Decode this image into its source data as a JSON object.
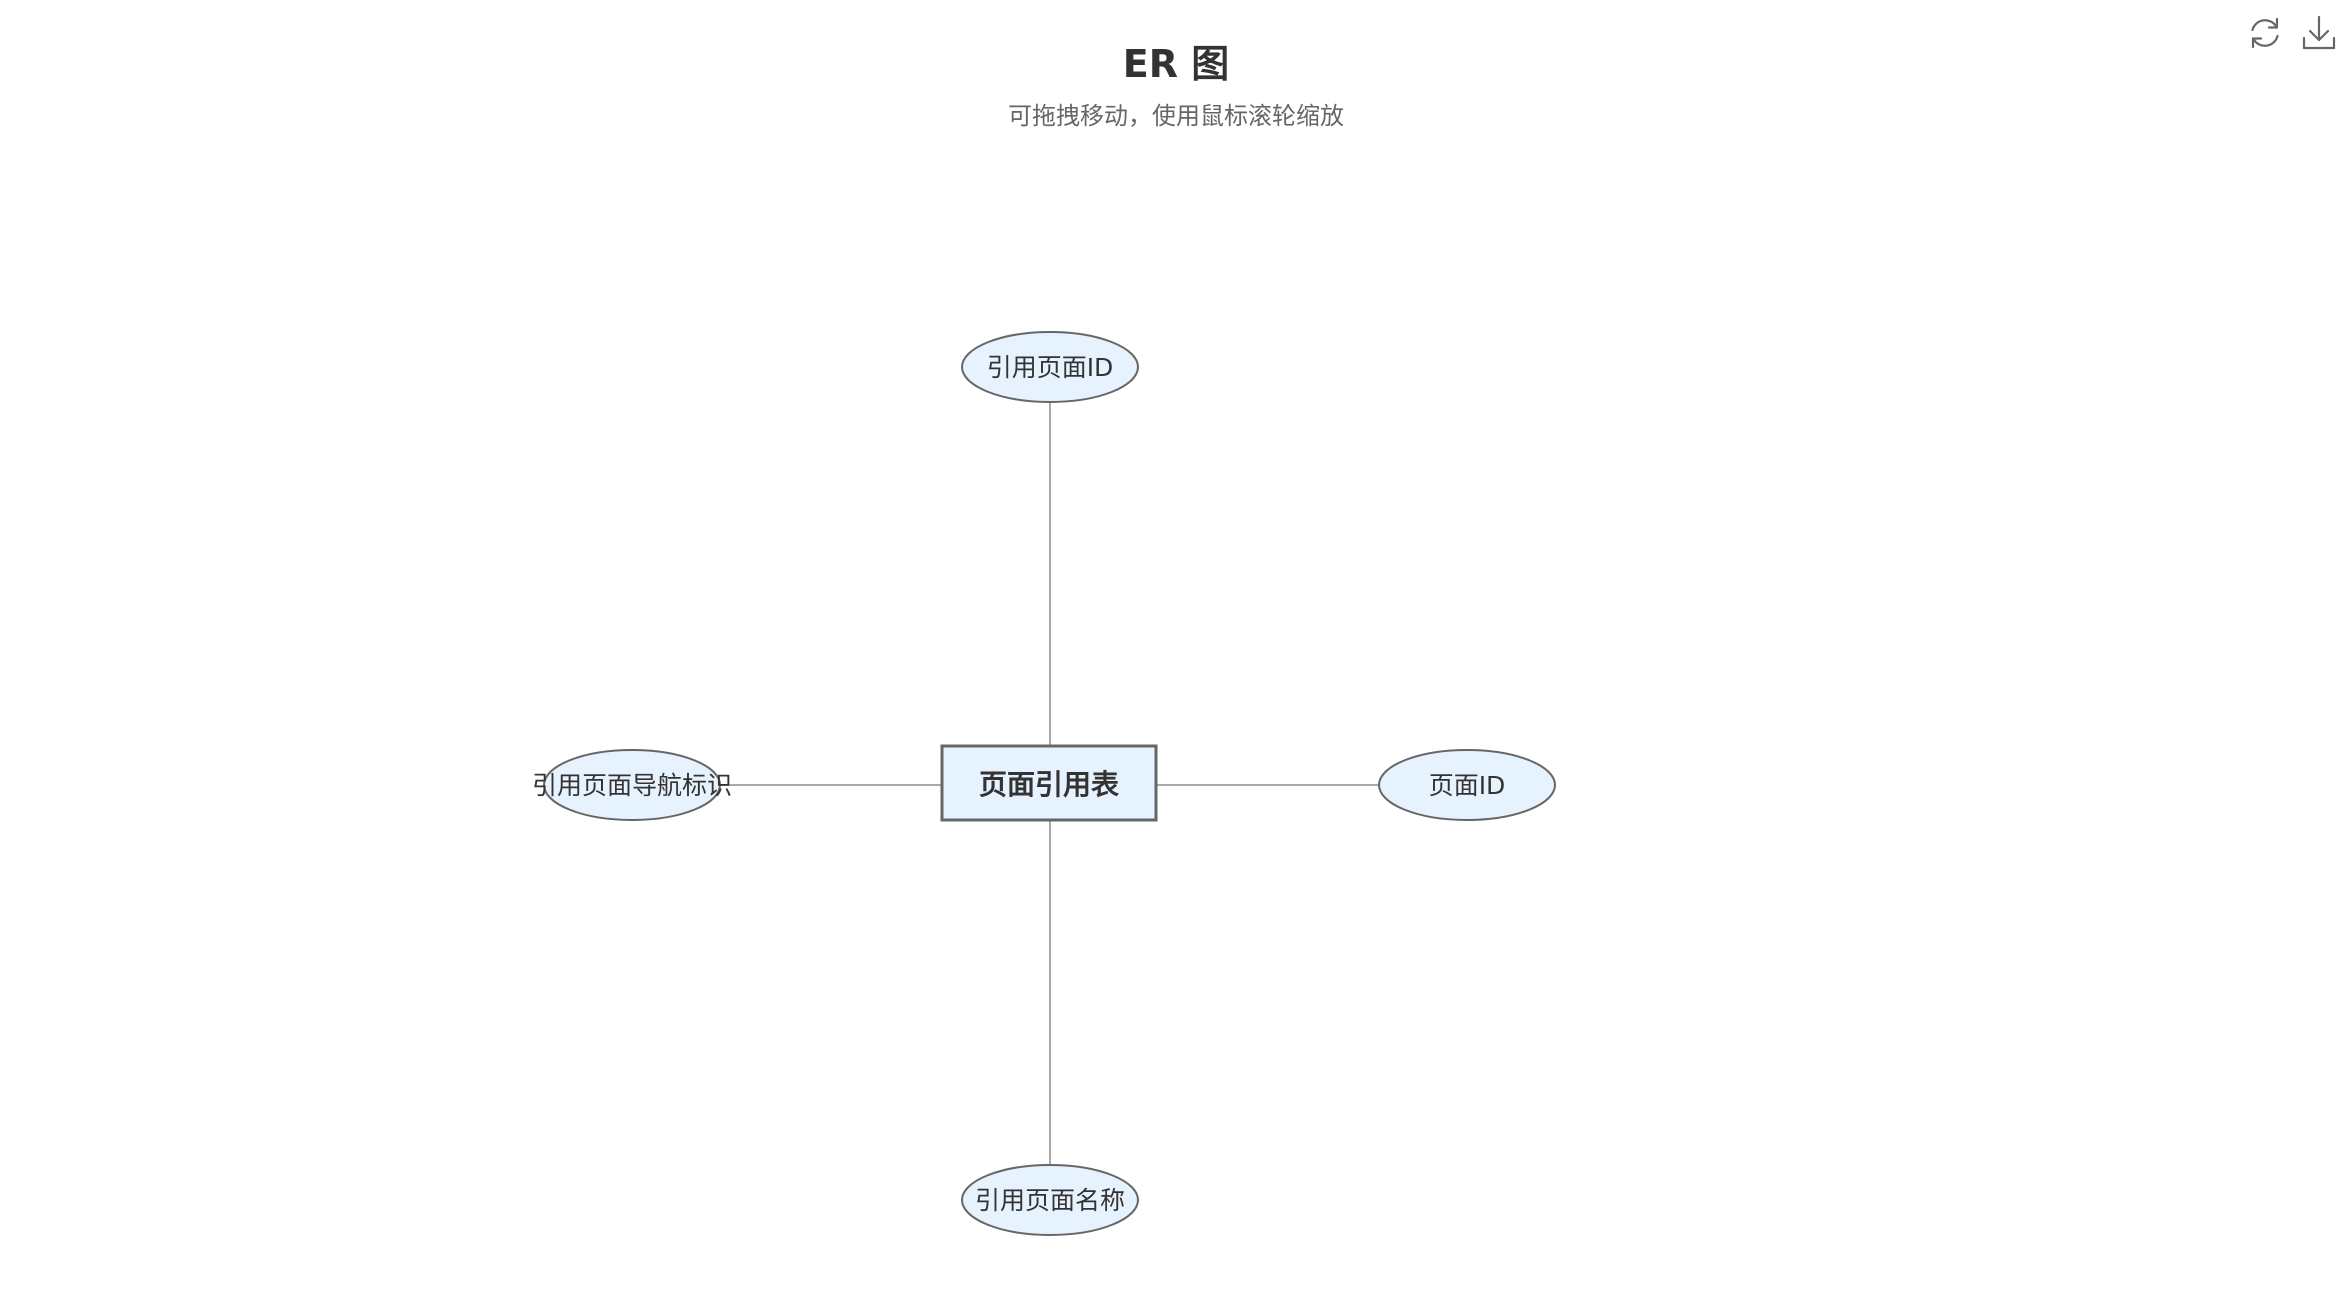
{
  "header": {
    "title": "ER 图",
    "subtitle": "可拖拽移动，使用鼠标滚轮缩放"
  },
  "toolbox": {
    "refresh_icon": "refresh-icon",
    "download_icon": "download-icon"
  },
  "diagram": {
    "entity": {
      "label": "页面引用表"
    },
    "attributes": [
      {
        "id": "attr-top",
        "label": "引用页面ID",
        "position": "top"
      },
      {
        "id": "attr-left",
        "label": "引用页面导航标识",
        "position": "left"
      },
      {
        "id": "attr-right",
        "label": "页面ID",
        "position": "right"
      },
      {
        "id": "attr-bottom",
        "label": "引用页面名称",
        "position": "bottom"
      }
    ],
    "colors": {
      "node_fill": "#e6f2fd",
      "node_stroke": "#666666",
      "edge": "#aaaaaa",
      "text": "#333333"
    }
  }
}
